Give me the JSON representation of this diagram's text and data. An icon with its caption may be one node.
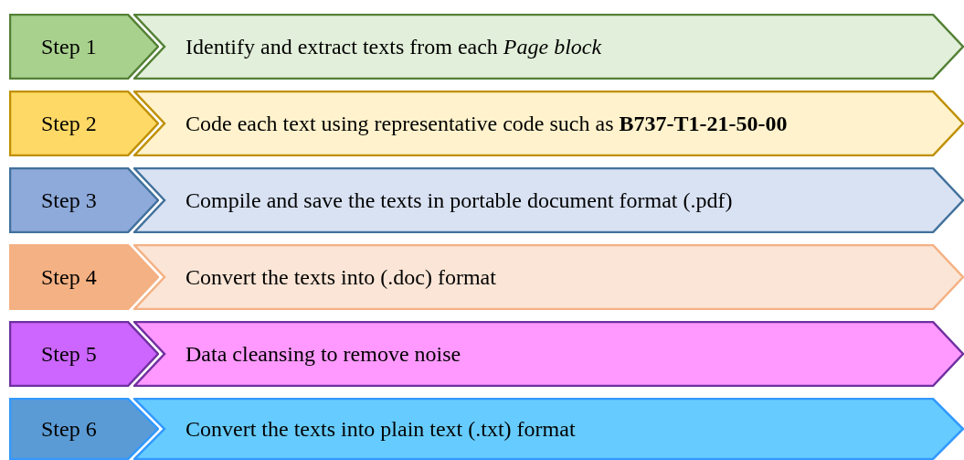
{
  "diagram": {
    "nodes": [
      {
        "text": [
          "Step 1"
        ]
      },
      {
        "text": [
          "Identify and extract texts from each *Page block*"
        ]
      },
      {
        "text": [
          "Step 2"
        ]
      },
      {
        "text": [
          "Code each text using representative code such as **B737-T1-21-50-00**"
        ]
      },
      {
        "text": [
          "Step 3"
        ]
      },
      {
        "text": [
          "Compile and save the texts in portable document format (.pdf)"
        ]
      },
      {
        "text": [
          "Step 4"
        ]
      },
      {
        "text": [
          "Convert the texts into (.doc) format"
        ]
      },
      {
        "text": [
          "Step 5"
        ]
      },
      {
        "text": [
          "Data cleansing to remove noise"
        ]
      },
      {
        "text": [
          "Step 6"
        ]
      },
      {
        "text": [
          "Convert the texts into plain text (.txt) format"
        ]
      }
    ]
  }
}
